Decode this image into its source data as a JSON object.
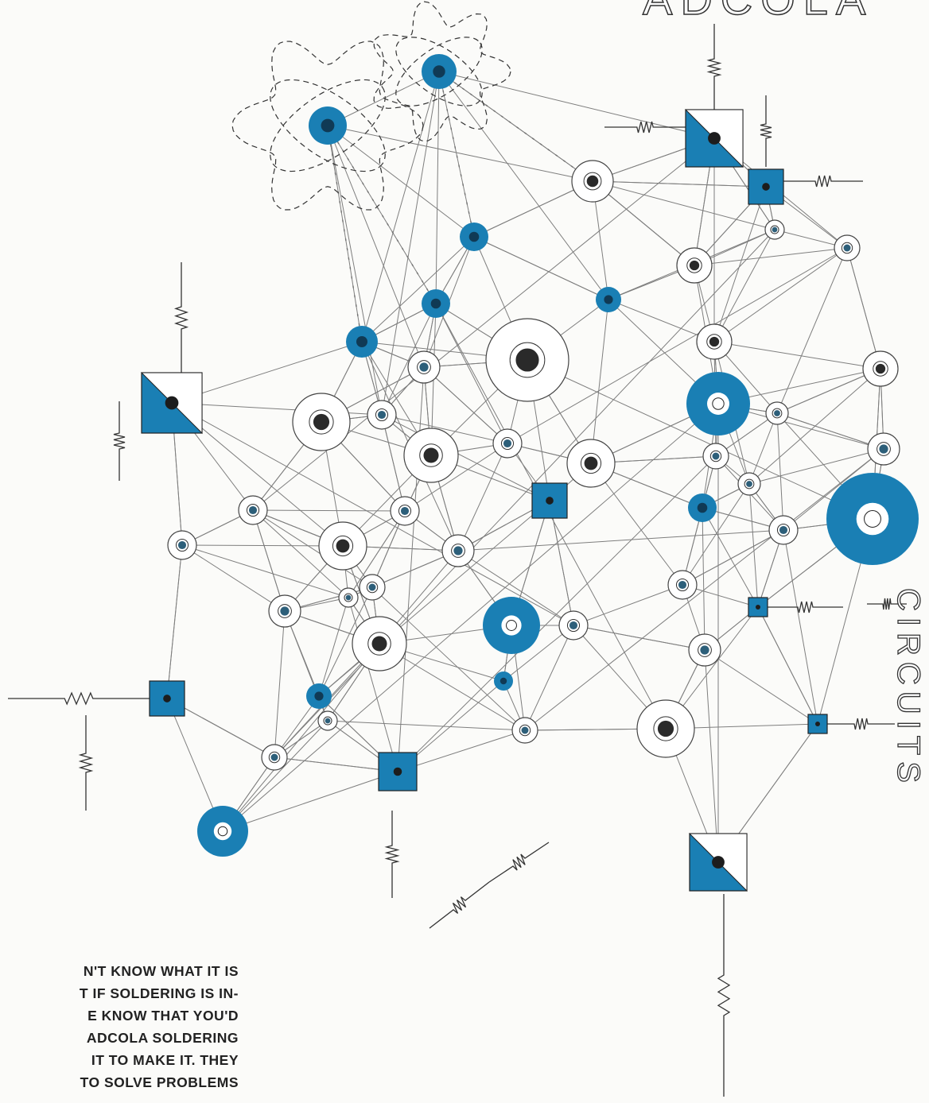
{
  "brand_word": "ADCOLA",
  "side_word": "CIRCUITS",
  "body_lines": [
    "N'T KNOW WHAT IT IS",
    "T IF SOLDERING IS IN-",
    "E KNOW THAT YOU'D",
    "ADCOLA SOLDERING",
    "IT TO MAKE IT. THEY",
    "TO SOLVE PROBLEMS"
  ],
  "colors": {
    "accent": "#1a7fb4",
    "ink": "#2a2a2a",
    "paper": "#fbfbf9"
  }
}
